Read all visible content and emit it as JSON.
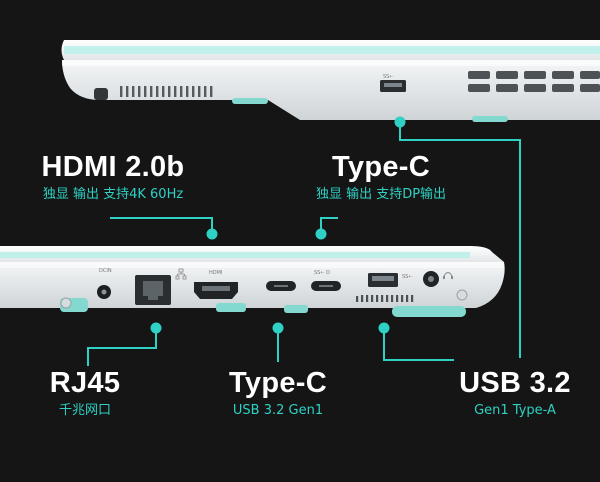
{
  "colors": {
    "background": "#151515",
    "accent": "#2ed1c4",
    "chassis": "#e9ecee",
    "trim": "#8fe3d8"
  },
  "ports": {
    "hdmi": {
      "title": "HDMI 2.0b",
      "subtitle": "独显 输出 支持4K 60Hz"
    },
    "typec_top": {
      "title": "Type-C",
      "subtitle": "独显 输出 支持DP输出"
    },
    "rj45": {
      "title": "RJ45",
      "subtitle": "千兆网口"
    },
    "typec_bottom": {
      "title": "Type-C",
      "subtitle": "USB 3.2 Gen1"
    },
    "usb": {
      "title": "USB 3.2",
      "subtitle": "Gen1 Type-A"
    }
  },
  "chassis_marks": {
    "dc_in": "DCIN",
    "hdmi": "HDMI",
    "usb": "SS⇠",
    "usb_top": "SS⇠",
    "usbc": "SS⇠ D"
  },
  "icons": [
    "network-icon",
    "headphone-icon",
    "usb-icon"
  ]
}
